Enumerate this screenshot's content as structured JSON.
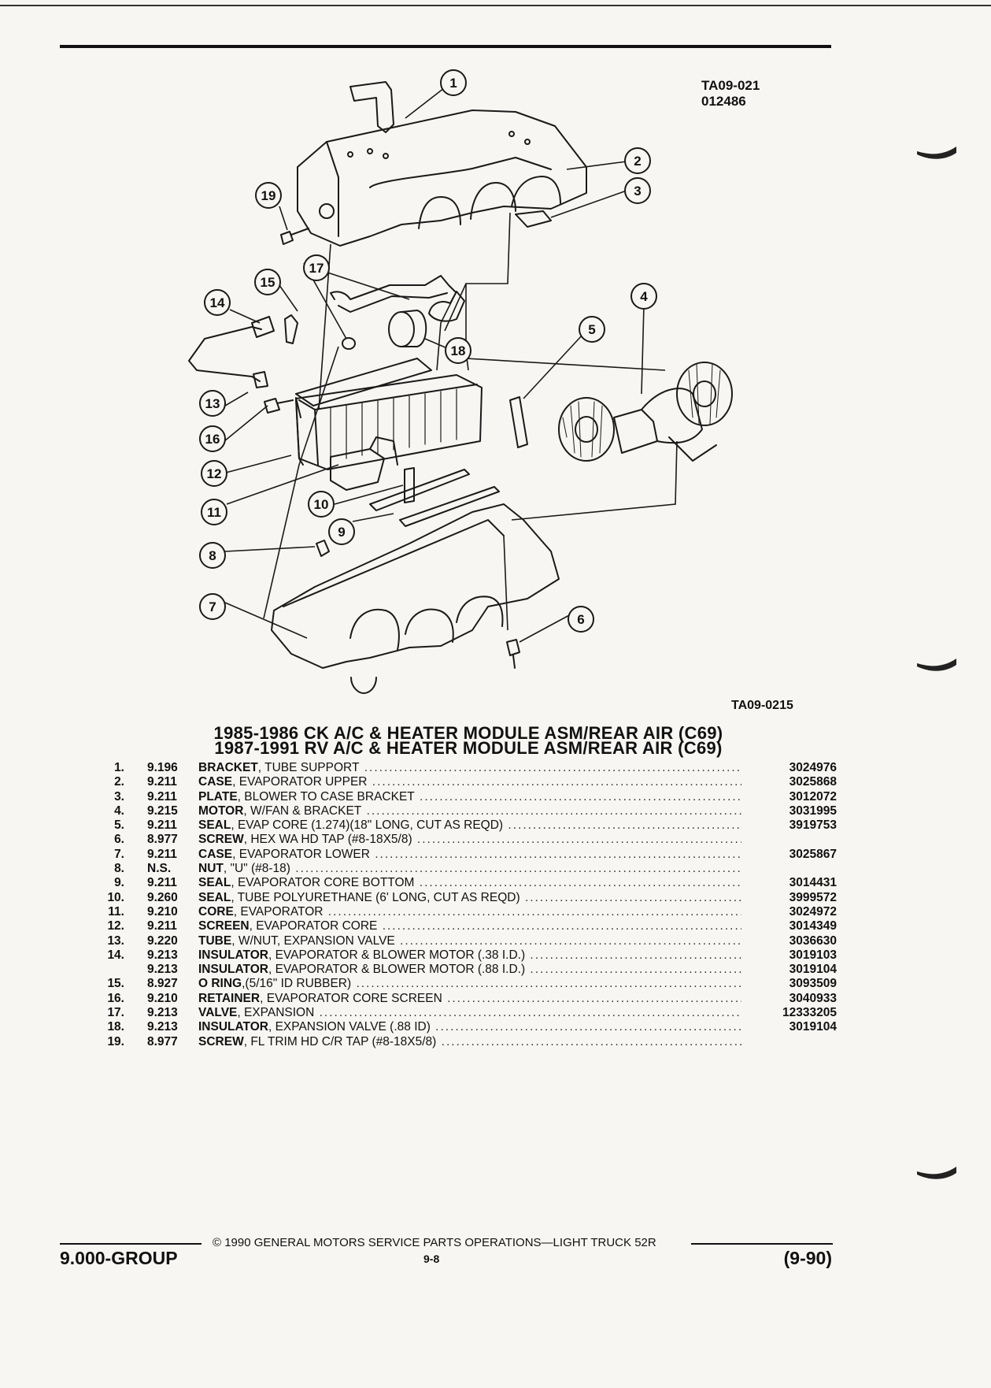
{
  "header": {
    "code_top": "TA09-021",
    "code_date": "012486",
    "figure_code": "TA09-0215"
  },
  "diagram": {
    "callouts": [
      "1",
      "2",
      "3",
      "4",
      "5",
      "6",
      "7",
      "8",
      "9",
      "10",
      "11",
      "12",
      "13",
      "14",
      "15",
      "16",
      "17",
      "18",
      "19"
    ]
  },
  "title": {
    "line1": "1985-1986 CK A/C & HEATER MODULE ASM/REAR AIR (C69)",
    "line2": "1987-1991 RV A/C & HEATER MODULE ASM/REAR AIR (C69)"
  },
  "parts": [
    {
      "idx": "1.",
      "group": "9.196",
      "name": "BRACKET",
      "detail": ", TUBE SUPPORT",
      "pn": "3024976"
    },
    {
      "idx": "2.",
      "group": "9.211",
      "name": "CASE",
      "detail": ", EVAPORATOR UPPER",
      "pn": "3025868"
    },
    {
      "idx": "3.",
      "group": "9.211",
      "name": "PLATE",
      "detail": ", BLOWER TO CASE BRACKET",
      "pn": "3012072"
    },
    {
      "idx": "4.",
      "group": "9.215",
      "name": "MOTOR",
      "detail": ", W/FAN & BRACKET",
      "pn": "3031995"
    },
    {
      "idx": "5.",
      "group": "9.211",
      "name": "SEAL",
      "detail": ", EVAP CORE (1.274)(18\" LONG, CUT AS REQD)",
      "pn": "3919753"
    },
    {
      "idx": "6.",
      "group": "8.977",
      "name": "SCREW",
      "detail": ", HEX WA HD TAP (#8-18X5/8)",
      "pn": ""
    },
    {
      "idx": "7.",
      "group": "9.211",
      "name": "CASE",
      "detail": ", EVAPORATOR LOWER",
      "pn": "3025867"
    },
    {
      "idx": "8.",
      "group": "N.S.",
      "name": "NUT",
      "detail": ", \"U\" (#8-18)",
      "pn": ""
    },
    {
      "idx": "9.",
      "group": "9.211",
      "name": "SEAL",
      "detail": ", EVAPORATOR CORE BOTTOM",
      "pn": "3014431"
    },
    {
      "idx": "10.",
      "group": "9.260",
      "name": "SEAL",
      "detail": ", TUBE POLYURETHANE (6' LONG, CUT AS REQD)",
      "pn": "3999572"
    },
    {
      "idx": "11.",
      "group": "9.210",
      "name": "CORE",
      "detail": ", EVAPORATOR",
      "pn": "3024972"
    },
    {
      "idx": "12.",
      "group": "9.211",
      "name": "SCREEN",
      "detail": ", EVAPORATOR CORE",
      "pn": "3014349"
    },
    {
      "idx": "13.",
      "group": "9.220",
      "name": "TUBE",
      "detail": ", W/NUT, EXPANSION VALVE",
      "pn": "3036630"
    },
    {
      "idx": "14.",
      "group": "9.213",
      "name": "INSULATOR",
      "detail": ", EVAPORATOR & BLOWER MOTOR (.38 I.D.)",
      "pn": "3019103"
    },
    {
      "idx": "",
      "group": "9.213",
      "name": "INSULATOR",
      "detail": ", EVAPORATOR & BLOWER MOTOR (.88 I.D.)",
      "pn": "3019104"
    },
    {
      "idx": "15.",
      "group": "8.927",
      "name": "O RING",
      "detail": ",(5/16\" ID RUBBER)",
      "pn": "3093509"
    },
    {
      "idx": "16.",
      "group": "9.210",
      "name": "RETAINER",
      "detail": ", EVAPORATOR CORE SCREEN",
      "pn": "3040933"
    },
    {
      "idx": "17.",
      "group": "9.213",
      "name": "VALVE",
      "detail": ", EXPANSION",
      "pn": "12333205"
    },
    {
      "idx": "18.",
      "group": "9.213",
      "name": "INSULATOR",
      "detail": ", EXPANSION VALVE (.88 ID)",
      "pn": "3019104"
    },
    {
      "idx": "19.",
      "group": "8.977",
      "name": "SCREW",
      "detail": ", FL TRIM HD C/R TAP (#8-18X5/8)",
      "pn": ""
    }
  ],
  "footer": {
    "copyright": "© 1990 GENERAL MOTORS SERVICE PARTS OPERATIONS—LIGHT TRUCK 52R",
    "group": "9.000-GROUP",
    "page": "9-8",
    "date": "(9-90)"
  }
}
